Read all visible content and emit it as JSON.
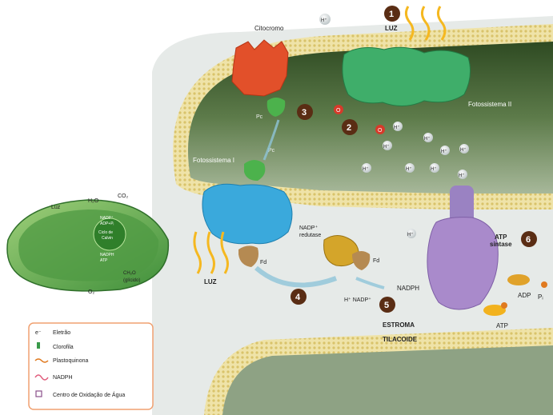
{
  "diagram": {
    "steps": [
      {
        "num": "1",
        "text": "LUZ"
      },
      {
        "num": "2"
      },
      {
        "num": "3"
      },
      {
        "num": "4"
      },
      {
        "num": "5"
      },
      {
        "num": "6"
      }
    ],
    "labels": {
      "citocromo": "Citocromo",
      "fotossistema_ii": "Fotossistema II",
      "fotossistema_i": "Fotossistema I",
      "luz": "LUZ",
      "pc": "Pc",
      "fd": "Fd",
      "nadp_redutase_1": "NADP⁺",
      "nadp_redutase_2": "redutase",
      "nadph": "NADPH",
      "h_nadp": "H⁺  NADP⁺",
      "atp_sintase_1": "ATP",
      "atp_sintase_2": "sintase",
      "adp": "ADP",
      "pi": "Pᵢ",
      "atp": "ATP",
      "estroma": "ESTROMA",
      "tilacoide": "TILACOIDE",
      "o2": "O",
      "h_ion": "H⁺",
      "e_minus": "e⁻",
      "o_atom": "O",
      "h_atom": "H"
    },
    "chloroplast": {
      "luz": "Luz",
      "h2o": "H₂O",
      "co2": "CO₂",
      "nadp_adp": "NADP⁺",
      "adp_pi": "ADP+Pᵢ",
      "calvin_1": "Ciclo de",
      "calvin_2": "Calvin",
      "nadph": "NADPH",
      "atp": "ATP",
      "ch2o": "CH₂O",
      "glicido": "(glícido)",
      "o2": "O₂"
    },
    "legend": [
      {
        "icon": "electron-icon",
        "symbol": "e⁻",
        "label": "Eletrão"
      },
      {
        "icon": "chlorophyll-icon",
        "label": "Clorofila"
      },
      {
        "icon": "plastoquinone-icon",
        "label": "Plastoquinona"
      },
      {
        "icon": "nadph-icon",
        "label": "NADPH"
      },
      {
        "icon": "water-oxidation-center-icon",
        "label": "Centro de Oxidação de Água"
      }
    ],
    "colors": {
      "membrane": "#e8d890",
      "lumen": "#4a6a3a",
      "stroma": "#dfe5e2",
      "cytochrome": "#e2502a",
      "photosystem_ii": "#3fae6a",
      "photosystem_i": "#3aa9dc",
      "atp_synthase": "#a98acb",
      "step_badge": "#5a2d14",
      "light": "#f5b820",
      "legend_border": "#f0a070"
    }
  }
}
